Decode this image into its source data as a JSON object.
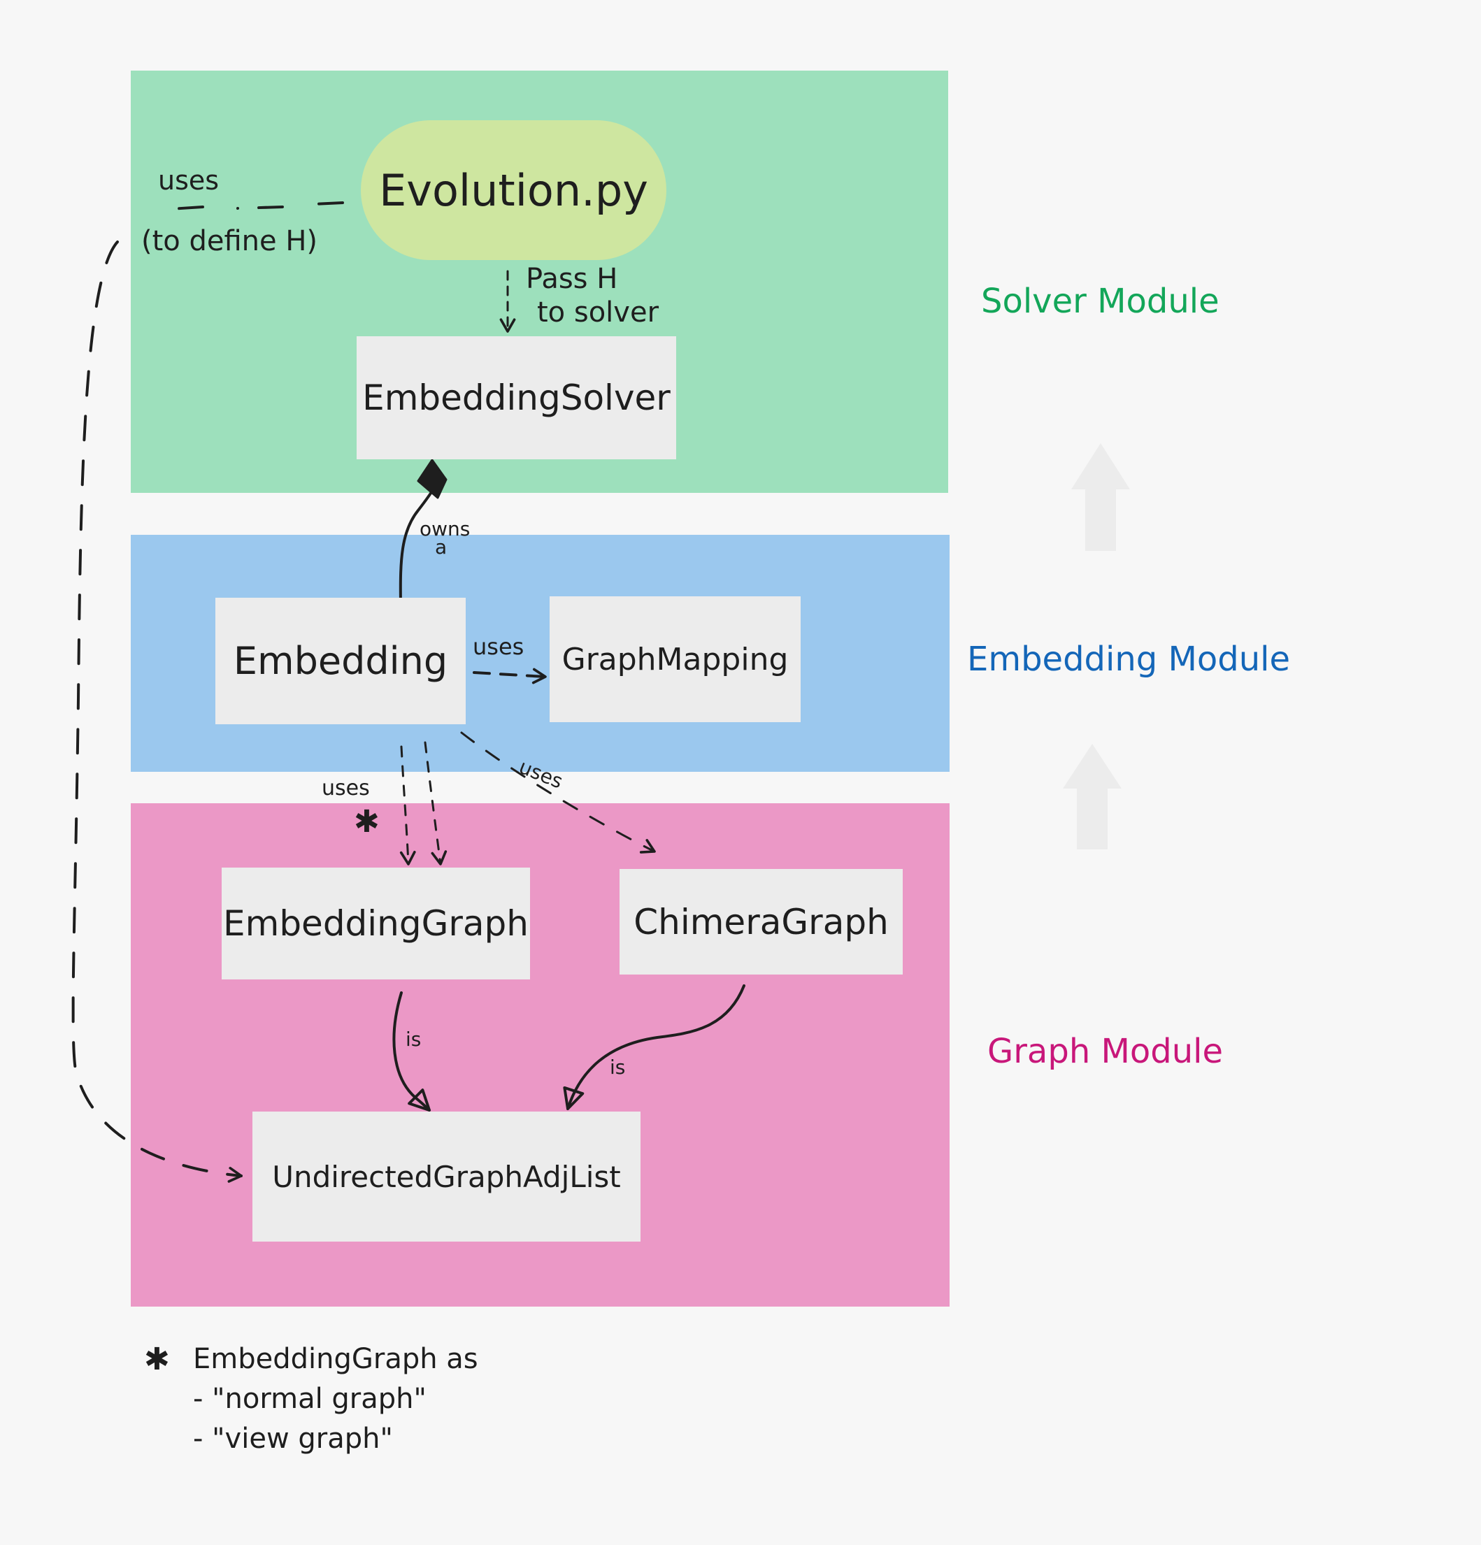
{
  "diagram": {
    "modules": {
      "solver": "Solver Module",
      "embedding": "Embedding Module",
      "graph": "Graph Module"
    },
    "nodes": {
      "evolution": "Evolution.py",
      "embedding_solver": "EmbeddingSolver",
      "embedding": "Embedding",
      "graph_mapping": "GraphMapping",
      "embedding_graph": "EmbeddingGraph",
      "chimera_graph": "ChimeraGraph",
      "undirected_graph": "UndirectedGraphAdjList"
    },
    "edge_labels": {
      "evolution_uses": "uses",
      "evolution_uses_note": "(to define H)",
      "pass_h_line1": "Pass   H",
      "pass_h_line2": "to solver",
      "owns_line1": "owns",
      "owns_line2": "a",
      "uses_mapping": "uses",
      "uses_embedding_graph": "uses",
      "uses_chimera": "uses",
      "is_embedding_graph": "is",
      "is_chimera": "is",
      "asterisk": "✱"
    },
    "footnote": {
      "marker": "✱",
      "lines": [
        "EmbeddingGraph as",
        "- \"normal graph\"",
        "- \"view graph\""
      ]
    },
    "colors": {
      "solver_region": "#9de0bc",
      "embedding_region": "#9bc8ee",
      "graph_region": "#eb98c6",
      "evolution_node": "#cee6a0",
      "class_node": "#ececec",
      "solver_label": "#13a659",
      "embedding_label": "#1466b8",
      "graph_label": "#c8177a"
    }
  }
}
